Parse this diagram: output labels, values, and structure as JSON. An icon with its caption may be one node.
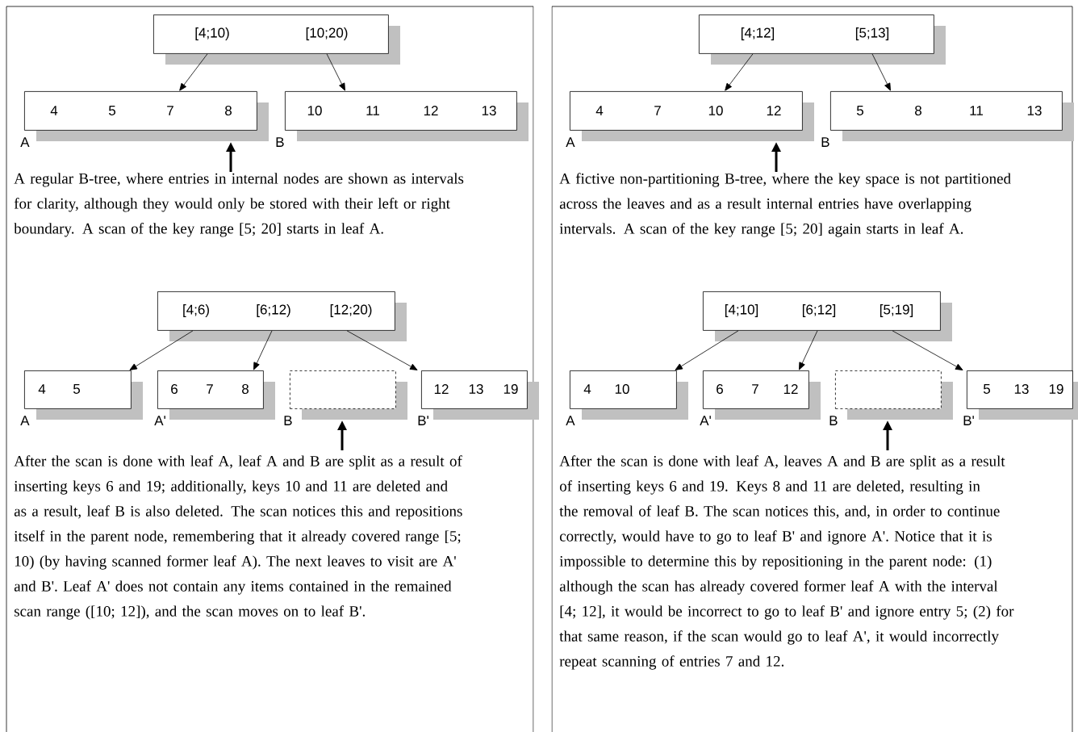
{
  "diagram": {
    "nodes": [
      {
        "text": [
          "A regular B-tree, where entries in internal nodes are shown as intervals for clarity, although they would only be stored with their left or right boundary. A scan of the key range [5; 20] starts in leaf A.",
          "After the scan is done with leaf A, leaf A and B are split as a result of inserting keys 6 and 19; additionally, keys 10 and 11 are deleted and as a result, leaf B is also deleted. The scan notices this and repositions itself in the parent node, remembering that it already covered range [5; 10) (by having scanned former leaf A). The next leaves to visit are A' and B'. Leaf A' does not contain any items contained in the remained scan range ([10; 12]), and the scan moves on to leaf B'."
        ]
      },
      {
        "text": [
          "[4;10)",
          "[10;20)"
        ],
        "in": 0
      },
      {
        "text": [
          "4",
          "5",
          "7",
          "8"
        ],
        "beside": [
          "A"
        ],
        "in": 0
      },
      {
        "text": [
          "10",
          "11",
          "12",
          "13"
        ],
        "beside": [
          "B"
        ],
        "in": 0
      },
      {
        "text": [
          "[4;6)",
          "[6;12)",
          "[12;20)"
        ],
        "in": 0
      },
      {
        "text": [
          "4",
          "5"
        ],
        "beside": [
          "A"
        ],
        "in": 0
      },
      {
        "text": [
          "6",
          "7",
          "8"
        ],
        "beside": [
          "A'"
        ],
        "in": 0
      },
      {
        "text": [],
        "shape": "box",
        "beside": [
          "B"
        ],
        "in": 0
      },
      {
        "text": [
          "12",
          "13",
          "19"
        ],
        "beside": [
          "B'"
        ],
        "in": 0
      },
      {
        "text": [
          "A fictive non-partitioning B-tree, where the key space is not partitioned across the leaves and as a result internal entries have overlapping intervals. A scan of the key range [5; 20] again starts in leaf A.",
          "After the scan is done with leaf A, leaves A and B are split as a result of inserting keys 6 and 19. Keys 8 and 11 are deleted, resulting in the removal of leaf B. The scan notices this, and, in order to continue correctly, would have to go to leaf B' and ignore A'. Notice that it is impossible to determine this by repositioning in the parent node: (1) although the scan has already covered former leaf A with the interval [4; 12], it would be incorrect to go to leaf B' and ignore entry 5; (2) for that same reason, if the scan would go to leaf A', it would incorrectly repeat scanning of entries 7 and 12."
        ]
      },
      {
        "text": [
          "[4;12]",
          "[5;13]"
        ],
        "in": 9
      },
      {
        "text": [
          "4",
          "7",
          "10",
          "12"
        ],
        "beside": [
          "A"
        ],
        "in": 9
      },
      {
        "text": [
          "5",
          "8",
          "11",
          "13"
        ],
        "beside": [
          "B"
        ],
        "in": 9
      },
      {
        "text": [
          "[4;10]",
          "[6;12]",
          "[5;19]"
        ],
        "in": 9
      },
      {
        "text": [
          "4",
          "10"
        ],
        "beside": [
          "A"
        ],
        "in": 9
      },
      {
        "text": [
          "6",
          "7",
          "12"
        ],
        "beside": [
          "A'"
        ],
        "in": 9
      },
      {
        "text": [],
        "shape": "box",
        "beside": [
          "B"
        ],
        "in": 9
      },
      {
        "text": [
          "5",
          "13",
          "19"
        ],
        "beside": [
          "B'"
        ],
        "in": 9
      }
    ],
    "edges": [
      {
        "from": 1,
        "to": 2,
        "arrow": "to"
      },
      {
        "from": 1,
        "to": 3,
        "arrow": "to"
      },
      {
        "from": null,
        "to": 2,
        "arrow": "to",
        "style": "thick"
      },
      {
        "from": 4,
        "to": 5,
        "arrow": "to"
      },
      {
        "from": 4,
        "to": 6,
        "arrow": "to"
      },
      {
        "from": 4,
        "to": 8,
        "arrow": "to"
      },
      {
        "from": null,
        "to": 7,
        "arrow": "to",
        "style": "thick"
      },
      {
        "from": 10,
        "to": 11,
        "arrow": "to"
      },
      {
        "from": 10,
        "to": 12,
        "arrow": "to"
      },
      {
        "from": null,
        "to": 11,
        "arrow": "to",
        "style": "thick"
      },
      {
        "from": 13,
        "to": 14,
        "arrow": "to"
      },
      {
        "from": 13,
        "to": 15,
        "arrow": "to"
      },
      {
        "from": 13,
        "to": 17,
        "arrow": "to"
      },
      {
        "from": null,
        "to": 16,
        "arrow": "to",
        "style": "thick"
      }
    ]
  }
}
